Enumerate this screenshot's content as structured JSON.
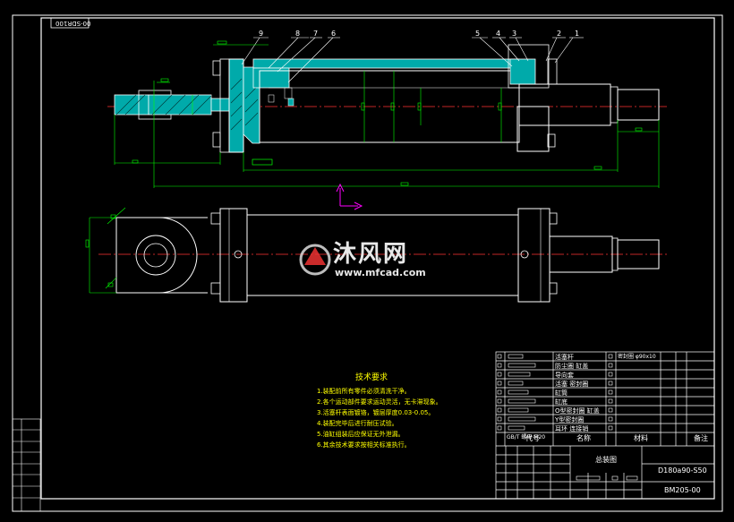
{
  "drawing": {
    "stamp_code": "00-SDR100",
    "part_labels": [
      "9",
      "8",
      "7",
      "6",
      "5",
      "4",
      "3",
      "2",
      "1"
    ]
  },
  "tech_requirements": {
    "title": "技术要求",
    "lines": [
      "1.装配前所有零件必须清洗干净。",
      "2.各个运动部件要求运动灵活，无卡滞现象。",
      "3.活塞杆表面镀铬，镀层厚度0.03-0.05。",
      "4.装配完毕后进行耐压试验。",
      "5.油缸组装后应保证无外泄漏。",
      "6.其余技术要求按相关标准执行。"
    ]
  },
  "title_block": {
    "header_code": "代号",
    "header_name": "名称",
    "header_material": "材料",
    "header_remark": "备注",
    "assembly_name": "总装图",
    "model": "D180a90-S50",
    "drawing_no": "BM205-00"
  },
  "bom": {
    "rows": [
      {
        "name": "活塞杆",
        "material": "密封圈 φ90x10"
      },
      {
        "name": "防尘圈 缸盖",
        "material": ""
      },
      {
        "name": "导向套",
        "material": ""
      },
      {
        "name": "活塞 密封圈",
        "material": ""
      },
      {
        "name": "缸筒",
        "material": ""
      },
      {
        "name": "缸底",
        "material": ""
      },
      {
        "name": "O型密封圈 缸盖",
        "material": ""
      },
      {
        "name": "Y型密封圈",
        "material": ""
      },
      {
        "name": "耳环 连接销",
        "material": ""
      },
      {
        "name": "GB/T 螺母 M20",
        "material": ""
      }
    ]
  },
  "watermark": {
    "brand_cn": "沐风网",
    "url": "www.mfcad.com"
  },
  "colors": {
    "frame": "#ffffff",
    "dimension": "#00ff00",
    "centerline": "#ff3333",
    "hatch": "#00cccc",
    "annotation": "#ffff00",
    "view_arrow": "#ff00ff"
  }
}
